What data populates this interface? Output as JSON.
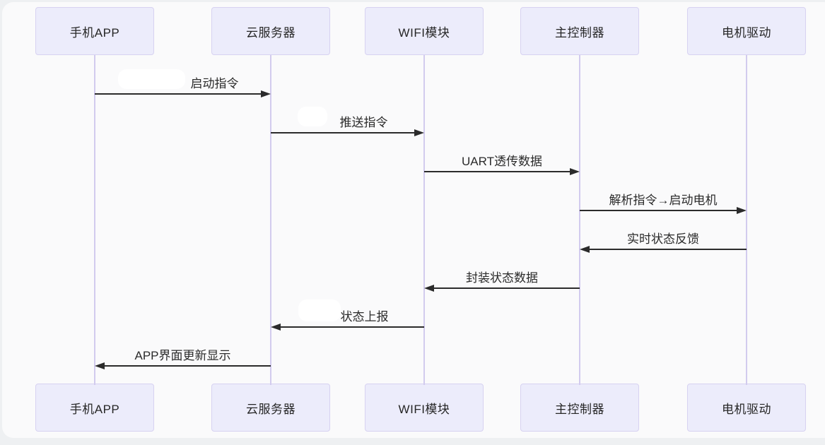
{
  "diagram": {
    "type": "sequence-diagram",
    "actors": [
      {
        "id": "phone-app",
        "label": "手机APP"
      },
      {
        "id": "cloud-server",
        "label": "云服务器"
      },
      {
        "id": "wifi-module",
        "label": "WIFI模块"
      },
      {
        "id": "main-controller",
        "label": "主控制器"
      },
      {
        "id": "motor-driver",
        "label": "电机驱动"
      }
    ],
    "messages": [
      {
        "from": "phone-app",
        "to": "cloud-server",
        "label": "启动指令",
        "direction": "right",
        "redacted_prefix": true
      },
      {
        "from": "cloud-server",
        "to": "wifi-module",
        "label": "推送指令",
        "direction": "right",
        "redacted_prefix": true
      },
      {
        "from": "wifi-module",
        "to": "main-controller",
        "label": "UART透传数据",
        "direction": "right",
        "redacted_prefix": false
      },
      {
        "from": "main-controller",
        "to": "motor-driver",
        "label": "解析指令→启动电机",
        "direction": "right",
        "redacted_prefix": false
      },
      {
        "from": "motor-driver",
        "to": "main-controller",
        "label": "实时状态反馈",
        "direction": "left",
        "redacted_prefix": false
      },
      {
        "from": "main-controller",
        "to": "wifi-module",
        "label": "封装状态数据",
        "direction": "left",
        "redacted_prefix": false
      },
      {
        "from": "wifi-module",
        "to": "cloud-server",
        "label": "状态上报",
        "direction": "left",
        "redacted_prefix": true
      },
      {
        "from": "cloud-server",
        "to": "phone-app",
        "label": "APP界面更新显示",
        "direction": "left",
        "redacted_prefix": false
      }
    ],
    "colors": {
      "actor_fill": "#ECECFB",
      "actor_border": "#D7D2F1",
      "lifeline": "#D2CBEE",
      "arrow": "#2b2b2b",
      "text": "#262626",
      "canvas_bg": "#fafafb",
      "page_bg": "#eef0f2"
    }
  }
}
